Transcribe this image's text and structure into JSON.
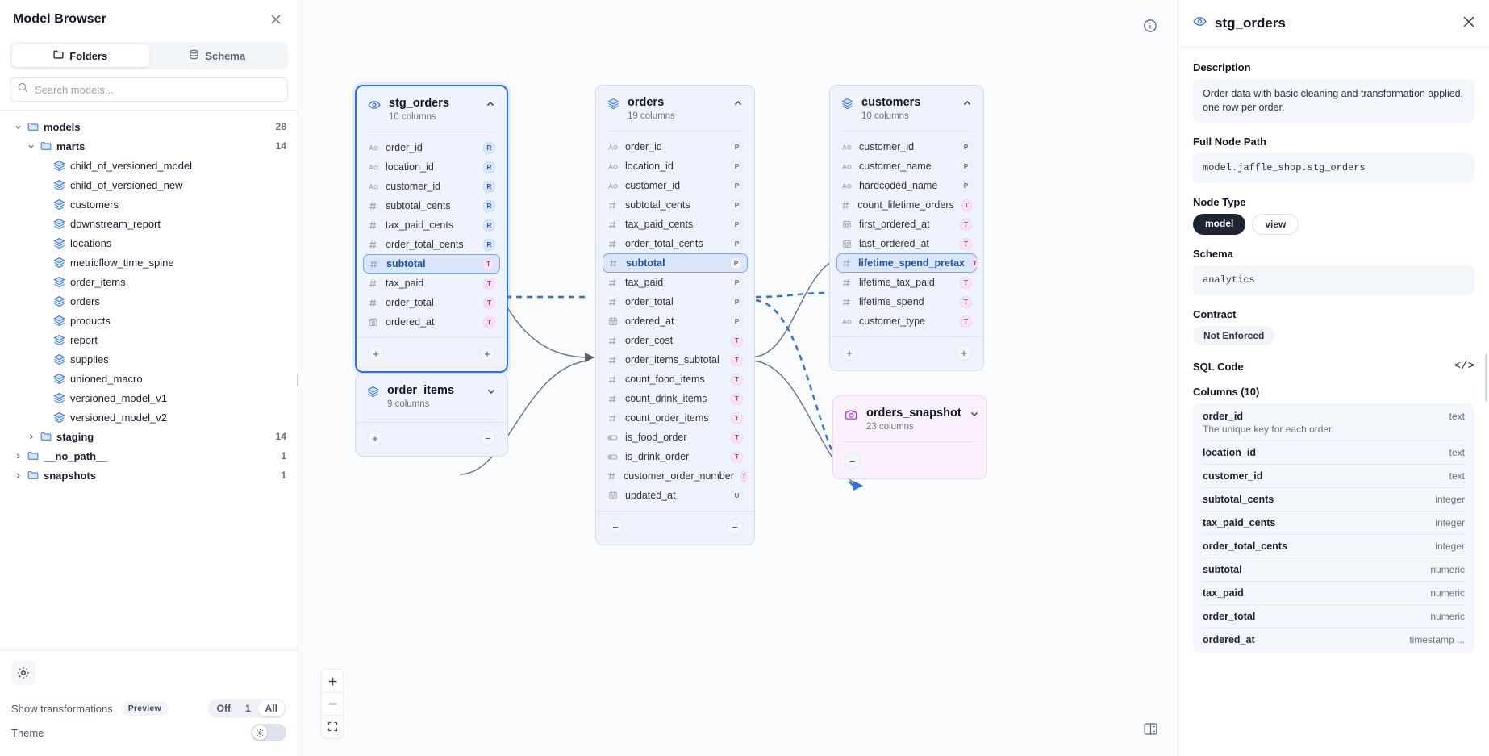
{
  "sidebar": {
    "title": "Model Browser",
    "close_icon": "close-icon",
    "tabs": [
      {
        "label": "Folders",
        "icon": "folder-icon",
        "active": true
      },
      {
        "label": "Schema",
        "icon": "database-icon",
        "active": false
      }
    ],
    "search": {
      "placeholder": "Search models...",
      "value": "",
      "icon": "search-icon"
    },
    "tree": [
      {
        "label": "models",
        "type": "folder",
        "depth": 0,
        "expanded": true,
        "count": "28"
      },
      {
        "label": "marts",
        "type": "folder",
        "depth": 1,
        "expanded": true,
        "count": "14"
      },
      {
        "label": "child_of_versioned_model",
        "type": "model",
        "depth": 2,
        "count": ""
      },
      {
        "label": "child_of_versioned_new",
        "type": "model",
        "depth": 2,
        "count": ""
      },
      {
        "label": "customers",
        "type": "model",
        "depth": 2,
        "count": ""
      },
      {
        "label": "downstream_report",
        "type": "model",
        "depth": 2,
        "count": ""
      },
      {
        "label": "locations",
        "type": "model",
        "depth": 2,
        "count": ""
      },
      {
        "label": "metricflow_time_spine",
        "type": "model",
        "depth": 2,
        "count": ""
      },
      {
        "label": "order_items",
        "type": "model",
        "depth": 2,
        "count": ""
      },
      {
        "label": "orders",
        "type": "model",
        "depth": 2,
        "count": ""
      },
      {
        "label": "products",
        "type": "model",
        "depth": 2,
        "count": ""
      },
      {
        "label": "report",
        "type": "model",
        "depth": 2,
        "count": ""
      },
      {
        "label": "supplies",
        "type": "model",
        "depth": 2,
        "count": ""
      },
      {
        "label": "unioned_macro",
        "type": "model",
        "depth": 2,
        "count": ""
      },
      {
        "label": "versioned_model_v1",
        "type": "model",
        "depth": 2,
        "count": ""
      },
      {
        "label": "versioned_model_v2",
        "type": "model",
        "depth": 2,
        "count": ""
      },
      {
        "label": "staging",
        "type": "folder",
        "depth": 1,
        "expanded": false,
        "count": "14"
      },
      {
        "label": "__no_path__",
        "type": "folder",
        "depth": 0,
        "expanded": false,
        "count": "1"
      },
      {
        "label": "snapshots",
        "type": "folder",
        "depth": 0,
        "expanded": false,
        "count": "1"
      }
    ],
    "footer": {
      "gear_icon": "gear-icon",
      "transformations_label": "Show transformations",
      "preview_badge": "Preview",
      "segments": [
        {
          "label": "Off",
          "selected": false
        },
        {
          "label": "1",
          "selected": false
        },
        {
          "label": "All",
          "selected": true
        }
      ],
      "theme_label": "Theme",
      "theme_icon": "sun-icon"
    }
  },
  "canvas": {
    "info_icon": "info-icon",
    "legend_icon": "legend-icon",
    "zoom_controls": [
      {
        "label": "+",
        "name": "zoom-in-button"
      },
      {
        "label": "−",
        "name": "zoom-out-button"
      },
      {
        "label": "⬚",
        "name": "fit-view-button"
      }
    ],
    "nodes": [
      {
        "id": "stg_orders",
        "title": "stg_orders",
        "subtitle": "10 columns",
        "icon": "view-eye-icon",
        "kind": "view",
        "selected": true,
        "expanded": true,
        "chevron": "chevron-up-icon",
        "columns": [
          {
            "name": "order_id",
            "type_icon": "text-icon",
            "badge": "R",
            "highlight": false
          },
          {
            "name": "location_id",
            "type_icon": "text-icon",
            "badge": "R",
            "highlight": false
          },
          {
            "name": "customer_id",
            "type_icon": "text-icon",
            "badge": "R",
            "highlight": false
          },
          {
            "name": "subtotal_cents",
            "type_icon": "number-icon",
            "badge": "R",
            "highlight": false
          },
          {
            "name": "tax_paid_cents",
            "type_icon": "number-icon",
            "badge": "R",
            "highlight": false
          },
          {
            "name": "order_total_cents",
            "type_icon": "number-icon",
            "badge": "R",
            "highlight": false
          },
          {
            "name": "subtotal",
            "type_icon": "number-icon",
            "badge": "T",
            "highlight": true
          },
          {
            "name": "tax_paid",
            "type_icon": "number-icon",
            "badge": "T",
            "highlight": false
          },
          {
            "name": "order_total",
            "type_icon": "number-icon",
            "badge": "T",
            "highlight": false
          },
          {
            "name": "ordered_at",
            "type_icon": "timestamp-icon",
            "badge": "T",
            "highlight": false
          }
        ],
        "footer_left": "+",
        "footer_right": "+"
      },
      {
        "id": "order_items",
        "title": "order_items",
        "subtitle": "9 columns",
        "icon": "model-layers-icon",
        "kind": "model",
        "selected": false,
        "expanded": false,
        "chevron": "chevron-down-icon",
        "columns": [],
        "footer_left": "+",
        "footer_right": "−"
      },
      {
        "id": "orders",
        "title": "orders",
        "subtitle": "19 columns",
        "icon": "model-layers-icon",
        "kind": "model",
        "selected": false,
        "expanded": true,
        "chevron": "chevron-up-icon",
        "columns": [
          {
            "name": "order_id",
            "type_icon": "text-icon",
            "badge": "P",
            "highlight": false
          },
          {
            "name": "location_id",
            "type_icon": "text-icon",
            "badge": "P",
            "highlight": false
          },
          {
            "name": "customer_id",
            "type_icon": "text-icon",
            "badge": "P",
            "highlight": false
          },
          {
            "name": "subtotal_cents",
            "type_icon": "number-icon",
            "badge": "P",
            "highlight": false
          },
          {
            "name": "tax_paid_cents",
            "type_icon": "number-icon",
            "badge": "P",
            "highlight": false
          },
          {
            "name": "order_total_cents",
            "type_icon": "number-icon",
            "badge": "P",
            "highlight": false
          },
          {
            "name": "subtotal",
            "type_icon": "number-icon",
            "badge": "P",
            "highlight": true
          },
          {
            "name": "tax_paid",
            "type_icon": "number-icon",
            "badge": "P",
            "highlight": false
          },
          {
            "name": "order_total",
            "type_icon": "number-icon",
            "badge": "P",
            "highlight": false
          },
          {
            "name": "ordered_at",
            "type_icon": "timestamp-icon",
            "badge": "P",
            "highlight": false
          },
          {
            "name": "order_cost",
            "type_icon": "number-icon",
            "badge": "T",
            "highlight": false
          },
          {
            "name": "order_items_subtotal",
            "type_icon": "number-icon",
            "badge": "T",
            "highlight": false
          },
          {
            "name": "count_food_items",
            "type_icon": "number-icon",
            "badge": "T",
            "highlight": false
          },
          {
            "name": "count_drink_items",
            "type_icon": "number-icon",
            "badge": "T",
            "highlight": false
          },
          {
            "name": "count_order_items",
            "type_icon": "number-icon",
            "badge": "T",
            "highlight": false
          },
          {
            "name": "is_food_order",
            "type_icon": "boolean-icon",
            "badge": "T",
            "highlight": false
          },
          {
            "name": "is_drink_order",
            "type_icon": "boolean-icon",
            "badge": "T",
            "highlight": false
          },
          {
            "name": "customer_order_number",
            "type_icon": "number-icon",
            "badge": "T",
            "highlight": false
          },
          {
            "name": "updated_at",
            "type_icon": "timestamp-icon",
            "badge": "U",
            "highlight": false
          }
        ],
        "footer_left": "−",
        "footer_right": "−"
      },
      {
        "id": "customers",
        "title": "customers",
        "subtitle": "10 columns",
        "icon": "model-layers-icon",
        "kind": "model",
        "selected": false,
        "expanded": true,
        "chevron": "chevron-up-icon",
        "columns": [
          {
            "name": "customer_id",
            "type_icon": "text-icon",
            "badge": "P",
            "highlight": false
          },
          {
            "name": "customer_name",
            "type_icon": "text-icon",
            "badge": "P",
            "highlight": false
          },
          {
            "name": "hardcoded_name",
            "type_icon": "text-icon",
            "badge": "P",
            "highlight": false
          },
          {
            "name": "count_lifetime_orders",
            "type_icon": "number-icon",
            "badge": "T",
            "highlight": false
          },
          {
            "name": "first_ordered_at",
            "type_icon": "timestamp-icon",
            "badge": "T",
            "highlight": false
          },
          {
            "name": "last_ordered_at",
            "type_icon": "timestamp-icon",
            "badge": "T",
            "highlight": false
          },
          {
            "name": "lifetime_spend_pretax",
            "type_icon": "number-icon",
            "badge": "T",
            "highlight": true
          },
          {
            "name": "lifetime_tax_paid",
            "type_icon": "number-icon",
            "badge": "T",
            "highlight": false
          },
          {
            "name": "lifetime_spend",
            "type_icon": "number-icon",
            "badge": "T",
            "highlight": false
          },
          {
            "name": "customer_type",
            "type_icon": "text-icon",
            "badge": "T",
            "highlight": false
          }
        ],
        "footer_left": "+",
        "footer_right": "+"
      },
      {
        "id": "orders_snapshot",
        "title": "orders_snapshot",
        "subtitle": "23 columns",
        "icon": "snapshot-camera-icon",
        "kind": "snapshot",
        "selected": false,
        "expanded": false,
        "chevron": "chevron-down-icon",
        "columns": [],
        "footer_left": "−",
        "footer_right": ""
      }
    ]
  },
  "details_panel": {
    "icon": "view-eye-icon",
    "title": "stg_orders",
    "close_icon": "close-icon",
    "description_label": "Description",
    "description": "Order data with basic cleaning and transformation applied, one row per order.",
    "node_path_label": "Full Node Path",
    "node_path": "model.jaffle_shop.stg_orders",
    "node_type_label": "Node Type",
    "node_types": [
      {
        "label": "model",
        "active": true
      },
      {
        "label": "view",
        "active": false
      }
    ],
    "schema_label": "Schema",
    "schema": "analytics",
    "contract_label": "Contract",
    "contract": "Not Enforced",
    "sql_label": "SQL Code",
    "sql_icon": "code-icon",
    "columns_label": "Columns (10)",
    "columns": [
      {
        "name": "order_id",
        "type": "text",
        "description": "The unique key for each order."
      },
      {
        "name": "location_id",
        "type": "text",
        "description": ""
      },
      {
        "name": "customer_id",
        "type": "text",
        "description": ""
      },
      {
        "name": "subtotal_cents",
        "type": "integer",
        "description": ""
      },
      {
        "name": "tax_paid_cents",
        "type": "integer",
        "description": ""
      },
      {
        "name": "order_total_cents",
        "type": "integer",
        "description": ""
      },
      {
        "name": "subtotal",
        "type": "numeric",
        "description": ""
      },
      {
        "name": "tax_paid",
        "type": "numeric",
        "description": ""
      },
      {
        "name": "order_total",
        "type": "numeric",
        "description": ""
      },
      {
        "name": "ordered_at",
        "type": "timestamp ...",
        "description": ""
      }
    ]
  },
  "colors": {
    "accent": "#2f6fe4",
    "node_bg": "#eef3fd",
    "snapshot_bg": "#faf1fd",
    "highlight_edge": "#2f6fe4"
  }
}
